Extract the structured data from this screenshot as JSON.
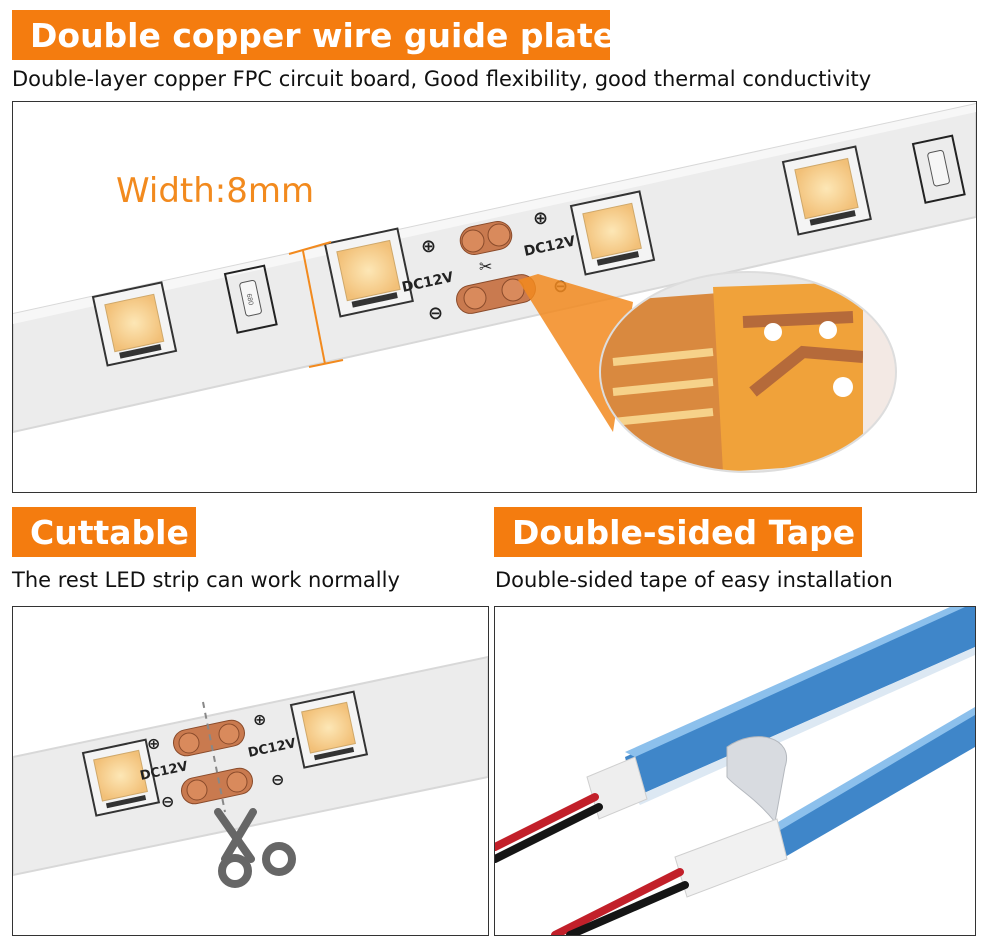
{
  "sections": {
    "top": {
      "title": "Double copper wire guide plate",
      "subtitle": "Double-layer copper FPC circuit board, Good flexibility, good thermal conductivity",
      "width_label": "Width:8mm",
      "voltage_label": "DC12V",
      "plus_symbol": "⊕",
      "minus_symbol": "⊖",
      "resistor_code": "680"
    },
    "cut": {
      "title": "Cuttable",
      "subtitle": "The rest LED strip can work normally",
      "voltage_label": "DC12V",
      "plus_symbol": "⊕",
      "minus_symbol": "⊖"
    },
    "tape": {
      "title": "Double-sided Tape",
      "subtitle": "Double-sided tape of easy installation"
    }
  },
  "colors": {
    "banner": "#f47c0f",
    "strip": "#ececec",
    "led": "#f7d29a",
    "copper": "#c97a4f",
    "tape_blue": "#4a97d8",
    "accent_orange": "#f28a1e"
  },
  "icons": [
    "scissors-icon",
    "cut-mark-icon"
  ]
}
